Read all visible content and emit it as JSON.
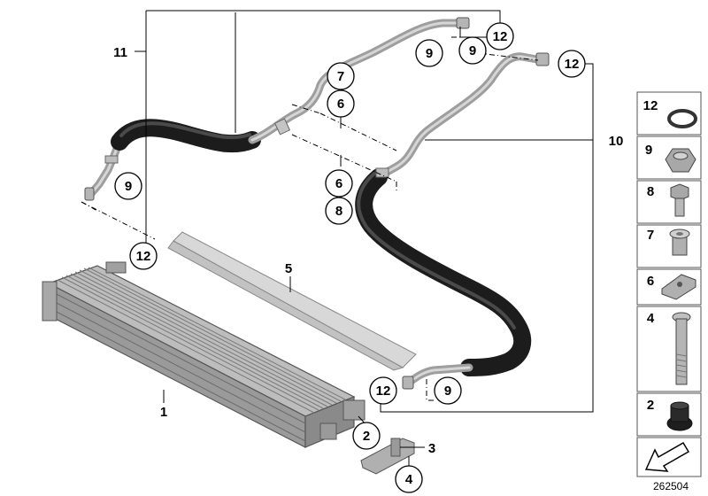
{
  "diagram": {
    "reference_number": "262504",
    "callouts": {
      "c1": "1",
      "c2": "2",
      "c3": "3",
      "c4": "4",
      "c5": "5",
      "c6a": "6",
      "c6b": "6",
      "c7": "7",
      "c8": "8",
      "c9a": "9",
      "c9b": "9",
      "c9c": "9",
      "c9d": "9",
      "c10": "10",
      "c11": "11",
      "c12a": "12",
      "c12b": "12",
      "c12c": "12",
      "c12d": "12"
    },
    "legend": [
      {
        "number": "12",
        "icon": "o-ring-icon"
      },
      {
        "number": "9",
        "icon": "hex-nut-icon"
      },
      {
        "number": "8",
        "icon": "bolt-icon"
      },
      {
        "number": "7",
        "icon": "sleeve-icon"
      },
      {
        "number": "6",
        "icon": "bracket-clip-icon"
      },
      {
        "number": "4",
        "icon": "long-bolt-icon"
      },
      {
        "number": "2",
        "icon": "rubber-mount-icon"
      }
    ]
  }
}
